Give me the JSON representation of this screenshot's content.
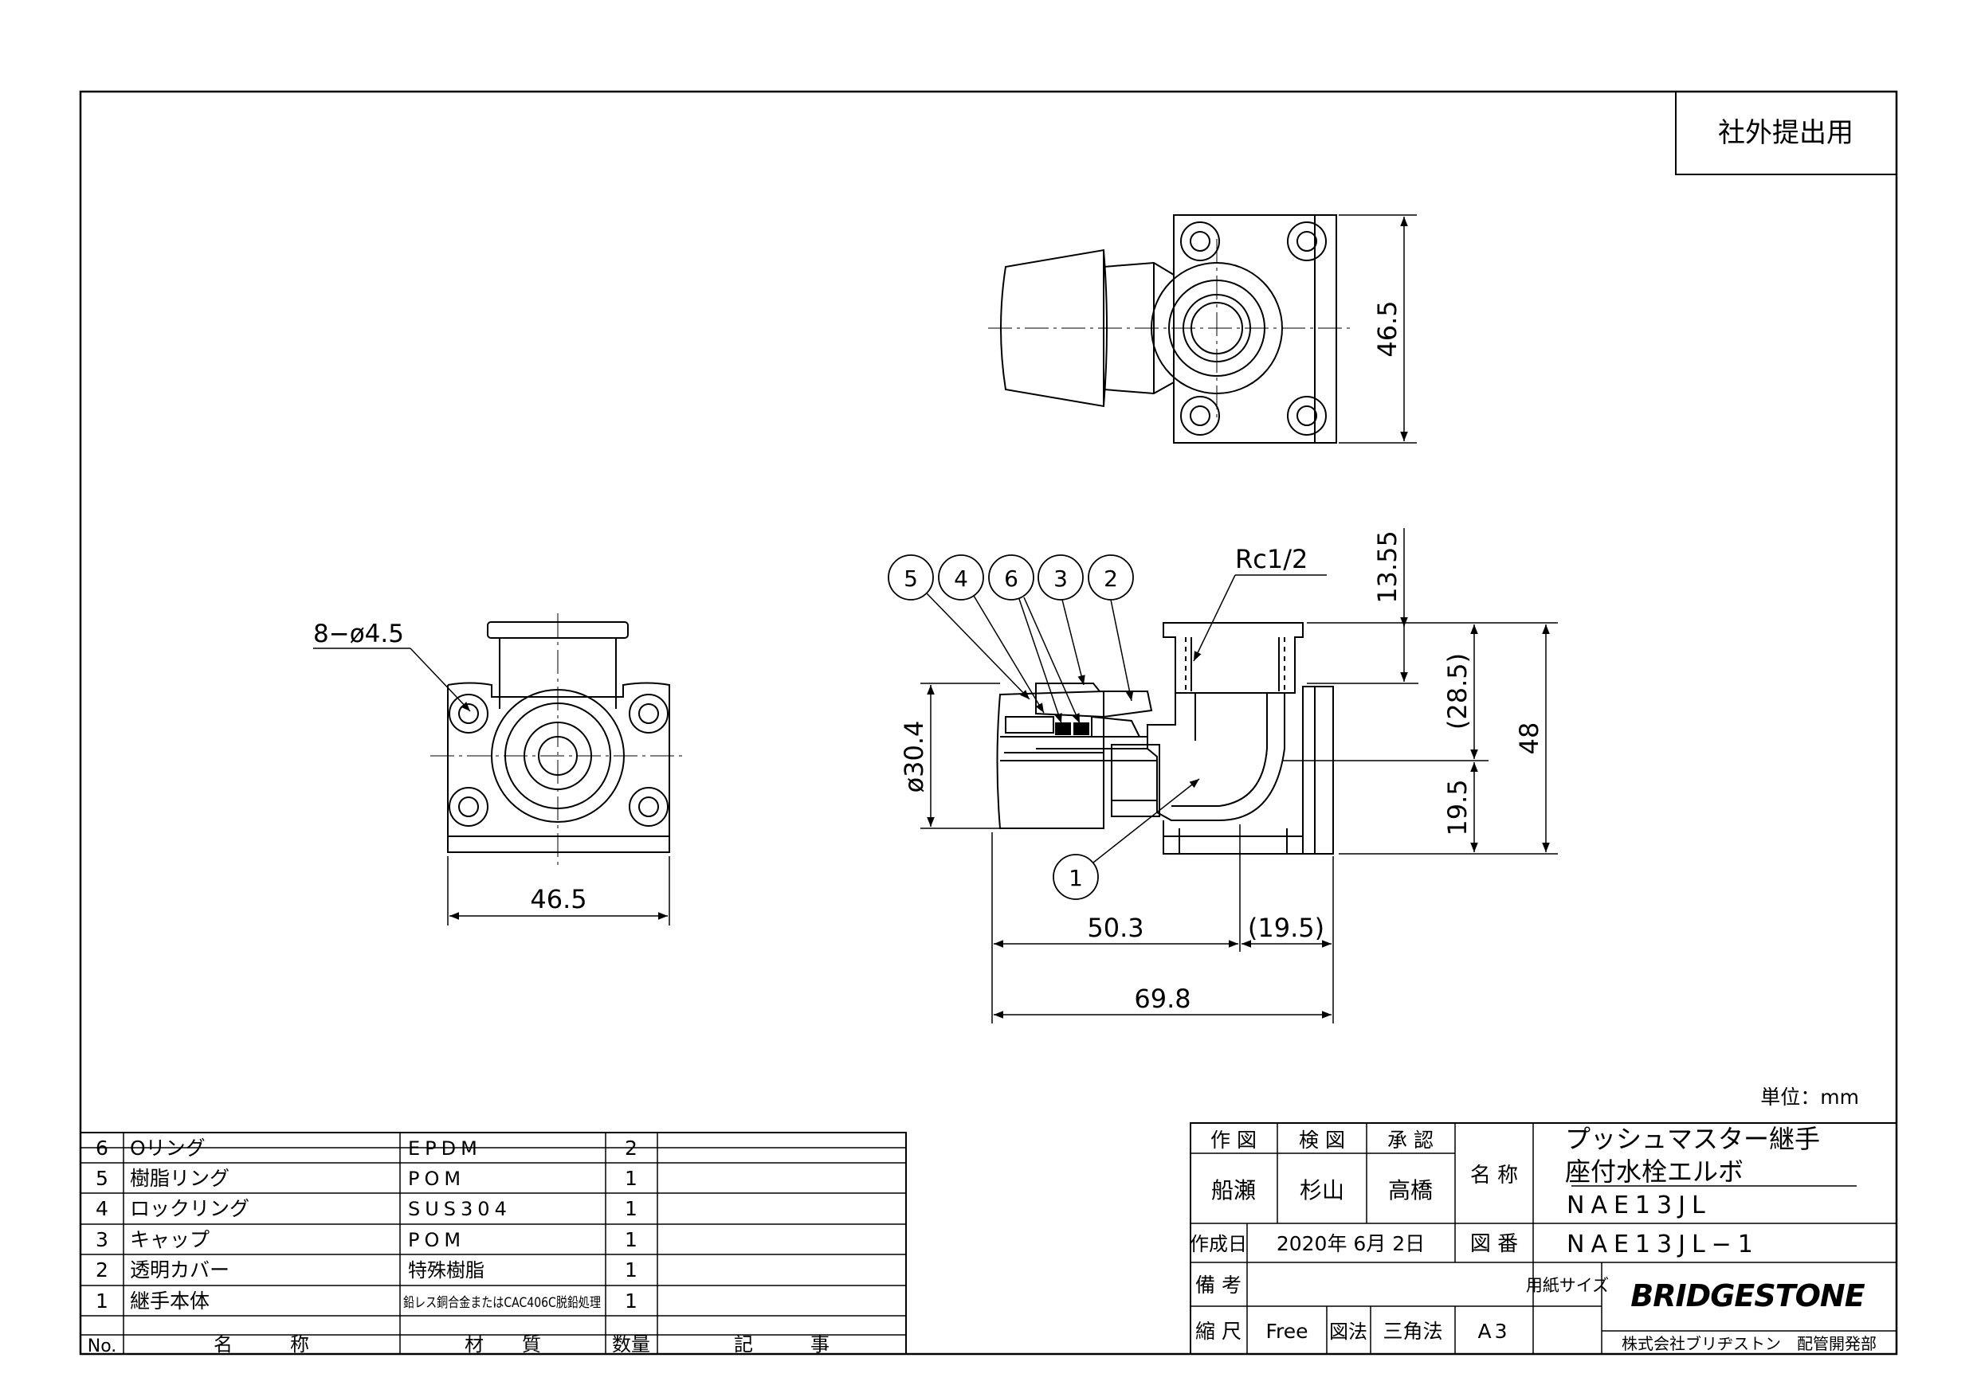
{
  "sheet": {
    "submission_label": "社外提出用",
    "unit_note": "単位：mm"
  },
  "drawing": {
    "callouts": [
      "5",
      "4",
      "6",
      "3",
      "2",
      "1"
    ],
    "thread_label": "Rc1/2",
    "hole_label": "8−ø4.5",
    "dims": {
      "top_view_height": "46.5",
      "front_view_width": "46.5",
      "top_offset": "13.55",
      "inner_height": "(28.5)",
      "total_height": "48",
      "lower_height": "19.5",
      "pipe_diameter": "ø30.4",
      "pipe_length": "50.3",
      "body_depth": "(19.5)",
      "total_length": "69.8"
    }
  },
  "parts_table": {
    "headers": {
      "no": "No.",
      "name": "名　　　称",
      "material": "材　　質",
      "qty": "数量",
      "notes": "記　　　事"
    },
    "rows": [
      {
        "no": "6",
        "name": "Oリング",
        "material": "EPDM",
        "qty": "2",
        "notes": ""
      },
      {
        "no": "5",
        "name": "樹脂リング",
        "material": "POM",
        "qty": "1",
        "notes": ""
      },
      {
        "no": "4",
        "name": "ロックリング",
        "material": "SUS304",
        "qty": "1",
        "notes": ""
      },
      {
        "no": "3",
        "name": "キャップ",
        "material": "POM",
        "qty": "1",
        "notes": ""
      },
      {
        "no": "2",
        "name": "透明カバー",
        "material": "特殊樹脂",
        "qty": "1",
        "notes": ""
      },
      {
        "no": "1",
        "name": "継手本体",
        "material": "鉛レス銅合金またはCAC406C脱鉛処理",
        "qty": "1",
        "notes": ""
      }
    ]
  },
  "title_block": {
    "drawn_label": "作 図",
    "checked_label": "検 図",
    "approved_label": "承 認",
    "drawn_by": "船瀬",
    "checked_by": "杉山",
    "approved_by": "高橋",
    "name_label": "名 称",
    "title_line1": "プッシュマスター継手",
    "title_line2": "座付水栓エルボ",
    "model": "NAE13JL",
    "date_label": "作成日",
    "date": "2020年 6月 2日",
    "drawing_no_label": "図 番",
    "drawing_no": "NAE13JL−1",
    "remarks_label": "備 考",
    "paper_size_label": "用紙サイズ",
    "scale_label": "縮 尺",
    "scale": "Free",
    "method_label": "図法",
    "method": "三角法",
    "paper_size": "A3",
    "brand": "BRIDGESTONE",
    "company": "株式会社ブリヂストン　配管開発部"
  }
}
